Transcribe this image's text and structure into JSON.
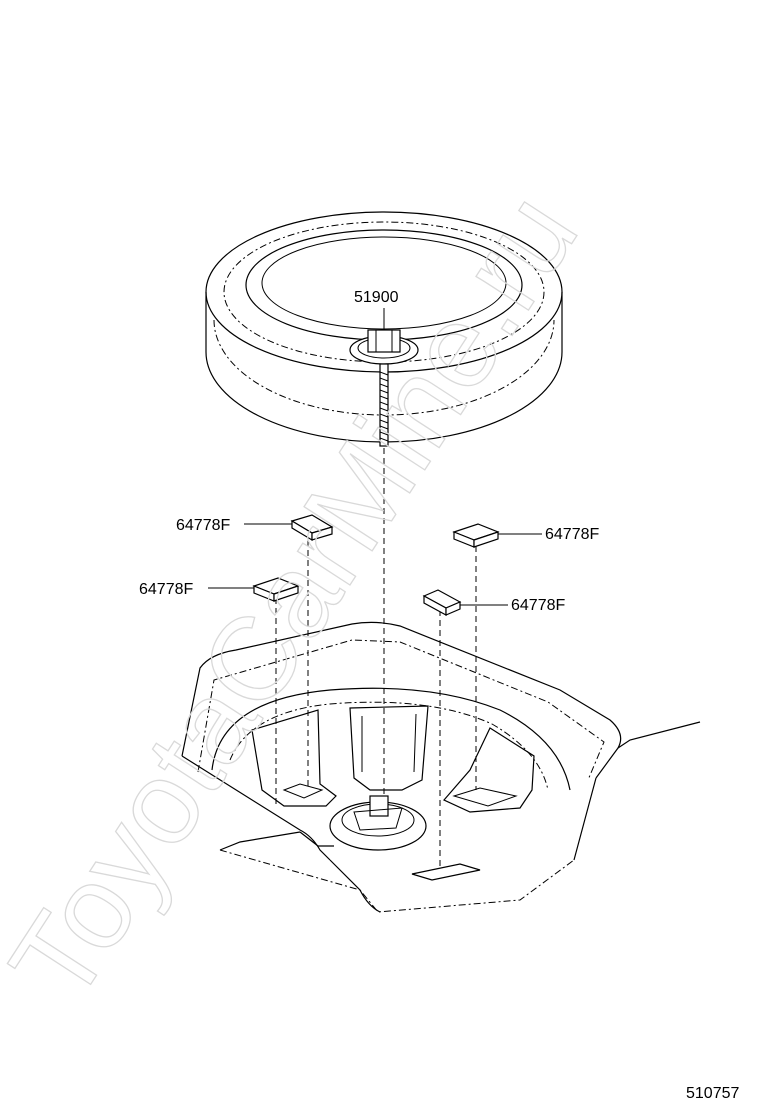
{
  "watermark": "ToyotaCarMine.ru",
  "diagram_id": "510757",
  "labels": {
    "spare_tire_carrier": "51900",
    "spacer_top_left": "64778F",
    "spacer_top_right": "64778F",
    "spacer_bottom_left": "64778F",
    "spacer_bottom_right": "64778F"
  }
}
